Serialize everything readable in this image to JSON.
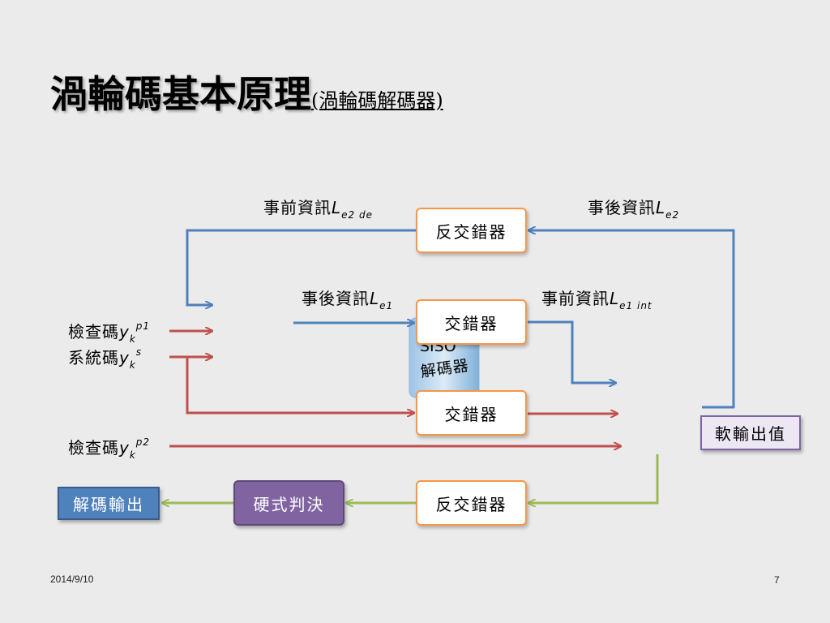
{
  "title": {
    "main": "渦輪碼基本原理",
    "sub": "(渦輪碼解碼器)"
  },
  "boxes": {
    "deinterleaver_top": "反交錯器",
    "interleaver_mid": "交錯器",
    "interleaver_low": "交錯器",
    "deinterleaver_bottom": "反交錯器",
    "siso_line1": "SISO",
    "siso_line2": "解碼器",
    "soft_output": "軟輸出值",
    "hard_decision": "硬式判決",
    "decoded_output": "解碼輸出"
  },
  "labels": {
    "prior_e2": {
      "text": "事前資訊",
      "var": "L",
      "sub": "e2 de"
    },
    "post_e2": {
      "text": "事後資訊",
      "var": "L",
      "sub": "e2"
    },
    "post_e1": {
      "text": "事後資訊",
      "var": "L",
      "sub": "e1"
    },
    "prior_e1": {
      "text": "事前資訊",
      "var": "L",
      "sub": "e1 int"
    },
    "parity1": {
      "text": "檢查碼",
      "var": "y",
      "sub": "k",
      "sup": "p1"
    },
    "systematic": {
      "text": "系統碼",
      "var": "y",
      "sub": "k",
      "sup": "s"
    },
    "parity2": {
      "text": "檢查碼",
      "var": "y",
      "sub": "k",
      "sup": "p2"
    }
  },
  "footer": {
    "date": "2014/9/10",
    "page": "7"
  },
  "colors": {
    "blue_arrow": "#4f81bd",
    "red_arrow": "#c0504d",
    "green_arrow": "#9bbb59",
    "orange_border": "#f79646",
    "purple_box": "#8064a2",
    "blue_box": "#4f81bd"
  }
}
